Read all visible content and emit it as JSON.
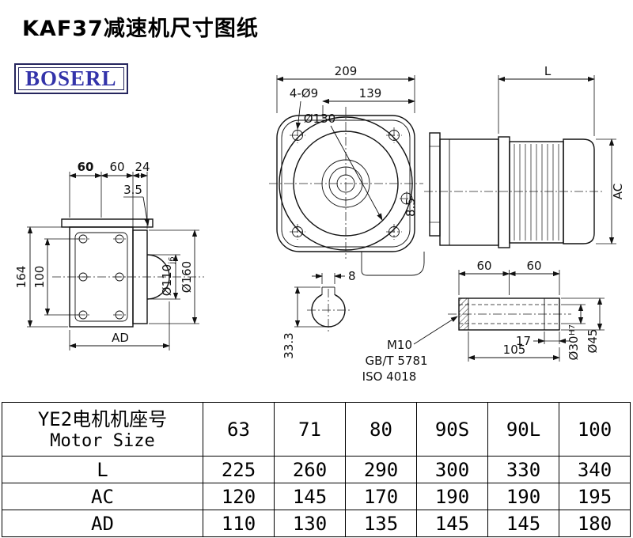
{
  "page": {
    "title": "KAF37减速机尺寸图纸",
    "logo_text": "BOSERL",
    "logo_color": "#3333aa",
    "logo_border_color": "#26265e"
  },
  "drawing": {
    "front_view": {
      "dim_width": "209",
      "dim_139": "139",
      "holes_label": "4-Ø9",
      "flange_label": "Ø130"
    },
    "side_view": {
      "dim_length": "L",
      "dim_ac": "AC",
      "dim_key": "8.5"
    },
    "left_view": {
      "dim_60a": "60",
      "dim_60b": "60",
      "dim_24": "24",
      "dim_35": "3.5",
      "dim_164": "164",
      "dim_100": "100",
      "dim_ad": "AD",
      "shaft_dia_main": "Ø110",
      "shaft_dia_tol": "j6",
      "flange_dia": "Ø160"
    },
    "shaft_section": {
      "dim_8": "8",
      "dim_333": "33.3"
    },
    "shaft_detail": {
      "dim_60a": "60",
      "dim_60b": "60",
      "dim_17": "17",
      "dim_105": "105",
      "bore_dia_main": "Ø30",
      "bore_dia_tol": "H7",
      "outer_dia": "Ø45",
      "thread_label": "M10",
      "standard_1": "GB/T 5781",
      "standard_2": "ISO 4018"
    }
  },
  "table": {
    "header_cn": "YE2电机机座号",
    "header_en": "Motor Size",
    "motor_sizes": [
      "63",
      "71",
      "80",
      "90S",
      "90L",
      "100"
    ],
    "rows": [
      {
        "label": "L",
        "values": [
          "225",
          "260",
          "290",
          "300",
          "330",
          "340"
        ]
      },
      {
        "label": "AC",
        "values": [
          "120",
          "145",
          "170",
          "190",
          "190",
          "195"
        ]
      },
      {
        "label": "AD",
        "values": [
          "110",
          "130",
          "135",
          "145",
          "145",
          "180"
        ]
      }
    ]
  }
}
